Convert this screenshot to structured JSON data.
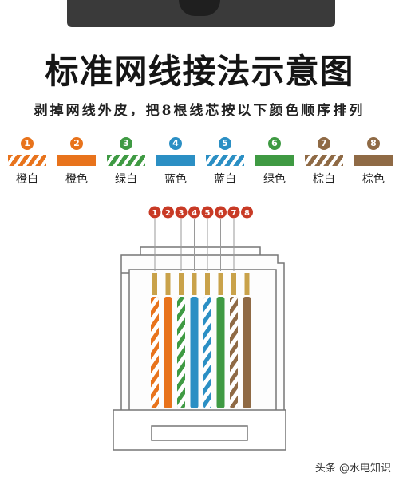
{
  "title": "标准网线接法示意图",
  "subtitle": "剥掉网线外皮，把8根线芯按以下颜色顺序排列",
  "wires": [
    {
      "num": "1",
      "label": "橙白",
      "color": "#e8731c",
      "striped": true
    },
    {
      "num": "2",
      "label": "橙色",
      "color": "#e8731c",
      "striped": false
    },
    {
      "num": "3",
      "label": "绿白",
      "color": "#3f9a43",
      "striped": true
    },
    {
      "num": "4",
      "label": "蓝色",
      "color": "#2b8fc4",
      "striped": false
    },
    {
      "num": "5",
      "label": "蓝白",
      "color": "#2b8fc4",
      "striped": true
    },
    {
      "num": "6",
      "label": "绿色",
      "color": "#3f9a43",
      "striped": false
    },
    {
      "num": "7",
      "label": "棕白",
      "color": "#8f6a45",
      "striped": true
    },
    {
      "num": "8",
      "label": "棕色",
      "color": "#8f6a45",
      "striped": false
    }
  ],
  "number_circle_color": "#c83a25",
  "contact_color": "#c9a24a",
  "watermark": "头条 @水电知识"
}
